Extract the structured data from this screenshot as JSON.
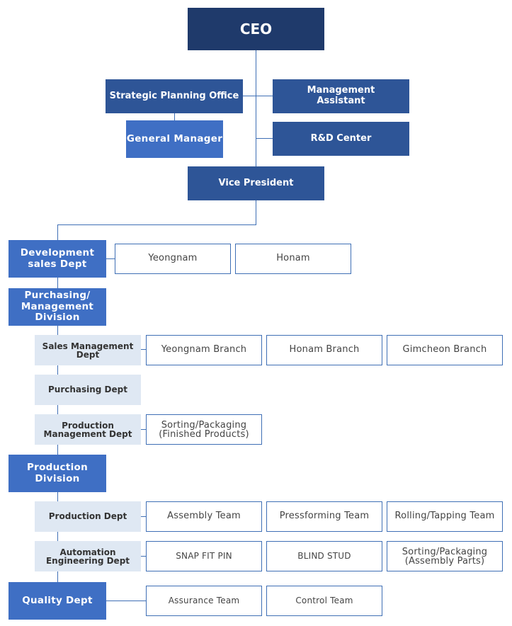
{
  "org": {
    "ceo": "CEO",
    "strategic_planning": "Strategic Planning Office",
    "management_assistant": "Management\nAssistant",
    "general_manager": "General Manager",
    "rnd_center": "R&D Center",
    "vice_president": "Vice President",
    "development_sales": "Development\nsales Dept",
    "dev_yeongnam": "Yeongnam",
    "dev_honam": "Honam",
    "purchasing_management_division": "Purchasing/\nManagement\nDivision",
    "sales_management_dept": "Sales Management\nDept",
    "yeongnam_branch": "Yeongnam Branch",
    "honam_branch": "Honam Branch",
    "gimcheon_branch": "Gimcheon Branch",
    "purchasing_dept": "Purchasing Dept",
    "production_management_dept": "Production\nManagement Dept",
    "sorting_packaging_finished": "Sorting/Packaging\n(Finished Products)",
    "production_division": "Production\nDivision",
    "production_dept": "Production Dept",
    "assembly_team": "Assembly Team",
    "pressforming_team": "Pressforming Team",
    "rolling_tapping_team": "Rolling/Tapping Team",
    "automation_engineering_dept": "Automation\nEngineering Dept",
    "snap_fit_pin": "SNAP FIT PIN",
    "blind_stud": "BLIND STUD",
    "sorting_packaging_assembly": "Sorting/Packaging\n(Assembly Parts)",
    "quality_dept": "Quality Dept",
    "assurance_team": "Assurance Team",
    "control_team": "Control Team"
  },
  "colors": {
    "dark_navy": "#1f3a6b",
    "navy": "#2e5597",
    "blue": "#3f6fc4",
    "light_blue": "#dfe8f3",
    "line": "#3f6fb5"
  }
}
